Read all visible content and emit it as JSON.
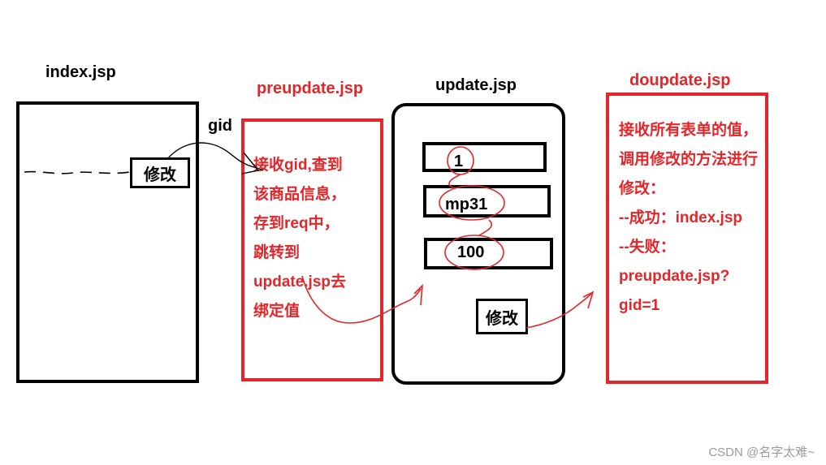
{
  "pages": {
    "index": {
      "title": "index.jsp",
      "button_label": "修改"
    },
    "preupdate": {
      "title": "preupdate.jsp",
      "lines": [
        "接收gid,查到",
        "该商品信息，",
        "存到req中，",
        "跳转到",
        "update.jsp去",
        "绑定值"
      ]
    },
    "update": {
      "title": "update.jsp",
      "fields": [
        "1",
        "mp31",
        "100"
      ],
      "button_label": "修改"
    },
    "doupdate": {
      "title": "doupdate.jsp",
      "lines": [
        "接收所有表单的值，",
        "调用修改的方法进行",
        "修改：",
        "--成功：index.jsp",
        "--失败：",
        "preupdate.jsp?",
        "gid=1"
      ]
    }
  },
  "arrows": {
    "gid_label": "gid"
  },
  "watermark": "CSDN @名字太难~",
  "colors": {
    "annotation": "#e3262a",
    "outline": "#000000"
  }
}
